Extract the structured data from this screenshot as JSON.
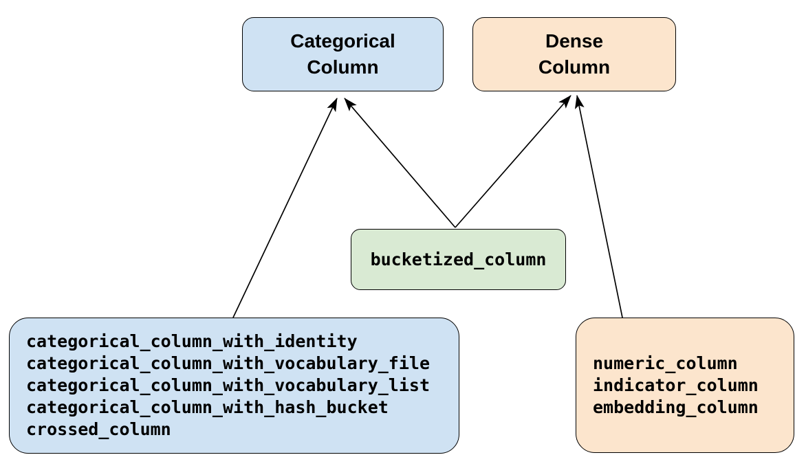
{
  "diagram": {
    "nodes": {
      "categorical_column": {
        "label_lines": [
          "Categorical",
          "Column"
        ],
        "fill": "#cfe2f3"
      },
      "dense_column": {
        "label_lines": [
          "Dense",
          "Column"
        ],
        "fill": "#fce5cd"
      },
      "bucketized_column": {
        "label": "bucketized_column",
        "fill": "#d9ead3"
      },
      "categorical_functions": {
        "lines": [
          "categorical_column_with_identity",
          "categorical_column_with_vocabulary_file",
          "categorical_column_with_vocabulary_list",
          "categorical_column_with_hash_bucket",
          "crossed_column"
        ],
        "fill": "#cfe2f3"
      },
      "dense_functions": {
        "lines": [
          "numeric_column",
          "indicator_column",
          "embedding_column"
        ],
        "fill": "#fce5cd"
      }
    },
    "edges": [
      {
        "from": "categorical_functions",
        "to": "categorical_column"
      },
      {
        "from": "bucketized_column",
        "to": "categorical_column"
      },
      {
        "from": "bucketized_column",
        "to": "dense_column"
      },
      {
        "from": "dense_functions",
        "to": "dense_column"
      }
    ],
    "colors": {
      "stroke": "#000000",
      "background": "#ffffff",
      "categorical_fill": "#cfe2f3",
      "dense_fill": "#fce5cd",
      "bucketized_fill": "#d9ead3"
    }
  }
}
